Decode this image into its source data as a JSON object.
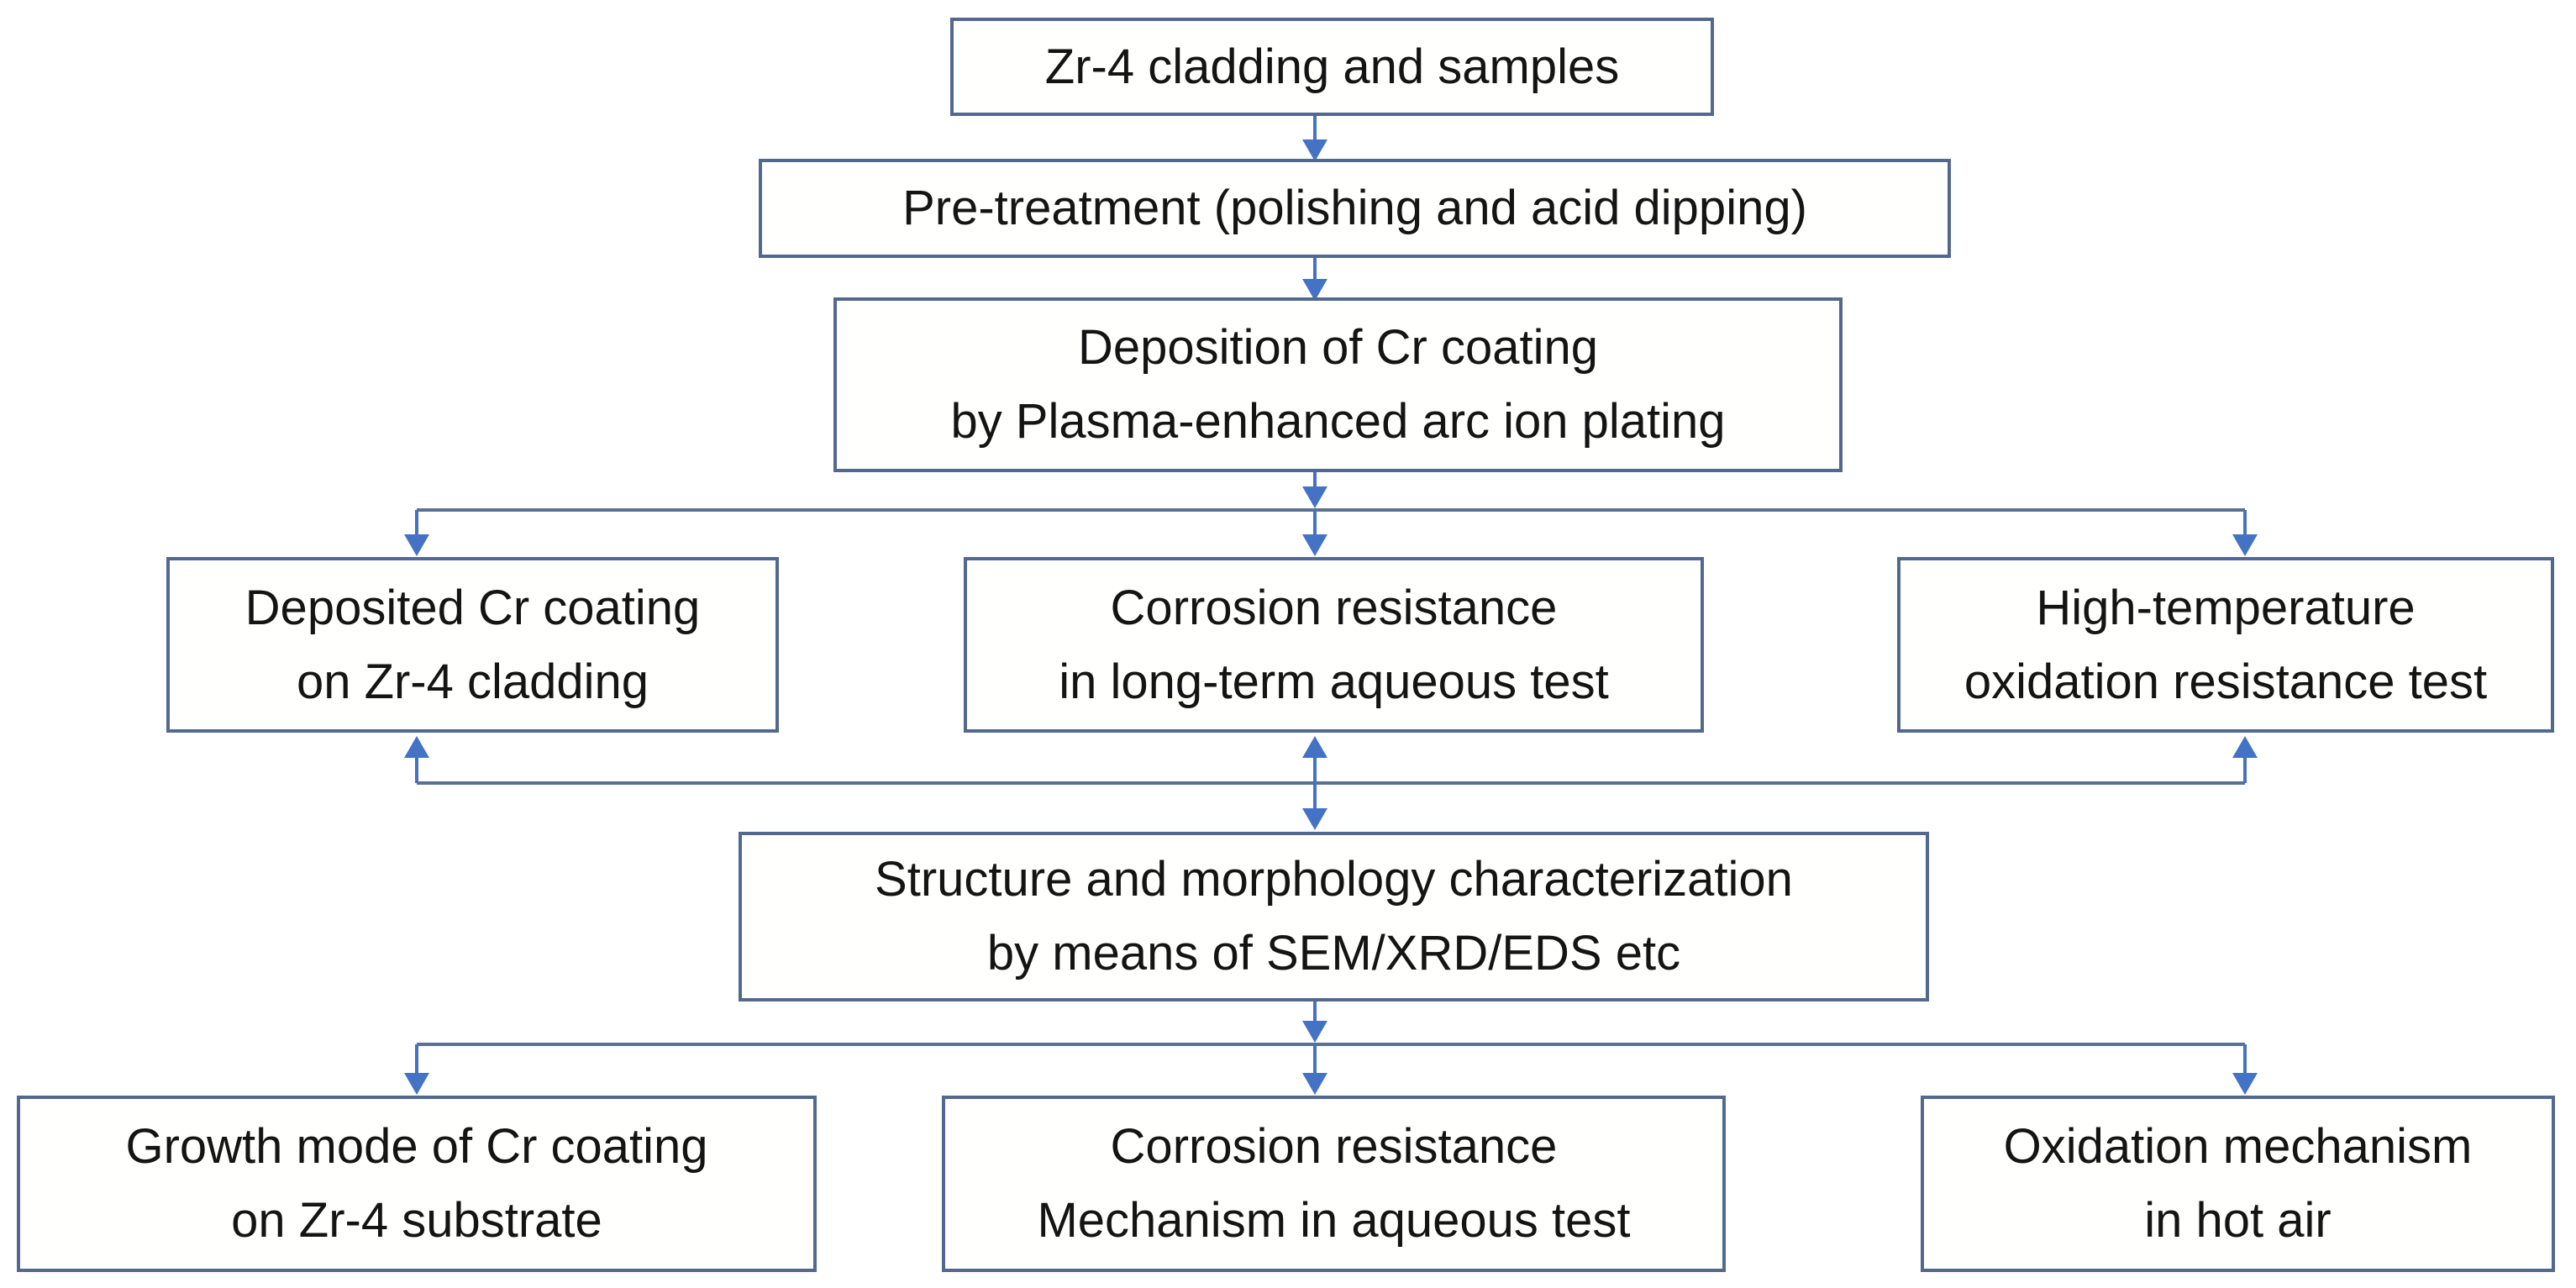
{
  "colors": {
    "arrow": "#4472C4",
    "line": "#5B7191",
    "border": "#52688F",
    "text": "#141414",
    "bg": "#FFFFFF"
  },
  "boxes": [
    {
      "id": "samples",
      "lines": [
        "Zr-4 cladding and samples"
      ]
    },
    {
      "id": "pretreatment",
      "lines": [
        "Pre-treatment (polishing and acid dipping)"
      ]
    },
    {
      "id": "deposition",
      "lines": [
        "Deposition of Cr coating",
        "by Plasma-enhanced arc ion plating"
      ]
    },
    {
      "id": "deposited-coating",
      "lines": [
        "Deposited Cr coating",
        "on Zr-4 cladding"
      ]
    },
    {
      "id": "corrosion-test",
      "lines": [
        "Corrosion resistance",
        "in long-term aqueous test"
      ]
    },
    {
      "id": "oxidation-test",
      "lines": [
        "High-temperature",
        "oxidation resistance test"
      ]
    },
    {
      "id": "characterization",
      "lines": [
        "Structure and morphology characterization",
        "by means of SEM/XRD/EDS etc"
      ]
    },
    {
      "id": "growth-mode",
      "lines": [
        "Growth mode of Cr coating",
        "on Zr-4 substrate"
      ]
    },
    {
      "id": "corrosion-mechanism",
      "lines": [
        "Corrosion resistance",
        "Mechanism in aqueous test"
      ]
    },
    {
      "id": "oxidation-mechanism",
      "lines": [
        "Oxidation mechanism",
        "in hot air"
      ]
    }
  ]
}
